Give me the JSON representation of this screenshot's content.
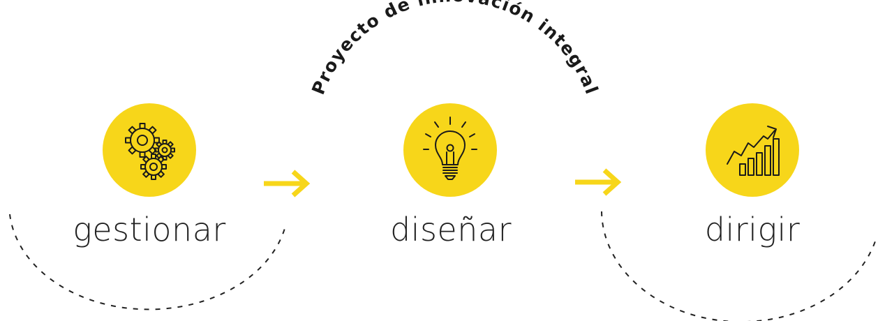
{
  "colors": {
    "accent": "#F7D61A",
    "ink": "#1a1a1a",
    "text": "#222222",
    "dash": "#222222"
  },
  "arc_title": "Proyecto de innovación integral",
  "steps": [
    {
      "label": "gestionar",
      "icon": "gears-icon"
    },
    {
      "label": "diseñar",
      "icon": "lightbulb-icon"
    },
    {
      "label": "dirigir",
      "icon": "growth-chart-icon"
    }
  ],
  "connectors": [
    {
      "icon": "arrow-right-icon"
    },
    {
      "icon": "arrow-right-icon"
    }
  ]
}
